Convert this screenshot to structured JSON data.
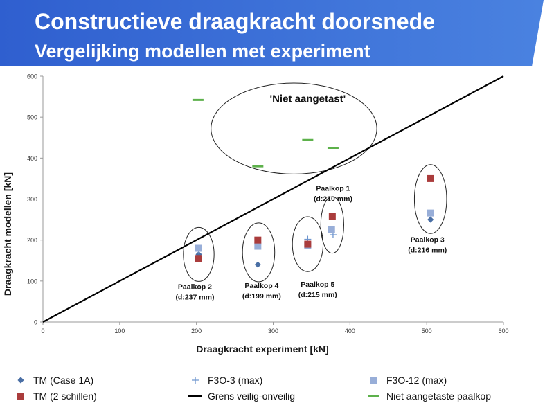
{
  "slide": {
    "title": "Constructieve draagkracht doorsnede",
    "subtitle": "Vergelijking modellen met experiment",
    "banner_color": "#3e6fd6"
  },
  "chart_data": {
    "type": "scatter",
    "title": "",
    "xlabel": "Draagkracht experiment [kN]",
    "ylabel": "Draagkracht modellen [kN]",
    "xlim": [
      0,
      600
    ],
    "ylim": [
      0,
      600
    ],
    "xticks": [
      0,
      100,
      200,
      300,
      400,
      500,
      600
    ],
    "yticks": [
      0,
      100,
      200,
      300,
      400,
      500,
      600
    ],
    "grid": false,
    "legend_position": "bottom",
    "series": [
      {
        "name": "TM (Case 1A)",
        "marker": "diamond",
        "color": "#4a6fa5",
        "points": [
          {
            "x": 203,
            "y": 165
          },
          {
            "x": 280,
            "y": 140
          },
          {
            "x": 505,
            "y": 250
          }
        ]
      },
      {
        "name": "F3O-3 (max)",
        "marker": "plus",
        "color": "#6f96cf",
        "points": [
          {
            "x": 203,
            "y": 175
          },
          {
            "x": 280,
            "y": 190
          },
          {
            "x": 345,
            "y": 202
          },
          {
            "x": 378,
            "y": 213
          }
        ]
      },
      {
        "name": "F3O-12 (max)",
        "marker": "square",
        "color": "#98aed8",
        "points": [
          {
            "x": 203,
            "y": 180
          },
          {
            "x": 280,
            "y": 185
          },
          {
            "x": 345,
            "y": 186
          },
          {
            "x": 376,
            "y": 225
          },
          {
            "x": 505,
            "y": 266
          }
        ]
      },
      {
        "name": "TM (2 schillen)",
        "marker": "square",
        "color": "#aa3c3c",
        "points": [
          {
            "x": 203,
            "y": 155
          },
          {
            "x": 280,
            "y": 200
          },
          {
            "x": 345,
            "y": 190
          },
          {
            "x": 377,
            "y": 258
          },
          {
            "x": 505,
            "y": 350
          }
        ]
      },
      {
        "name": "Grens veilig-onveilig",
        "marker": "line",
        "color": "#000000",
        "points": [
          {
            "x": 0,
            "y": 0
          },
          {
            "x": 600,
            "y": 600
          }
        ]
      },
      {
        "name": "Niet aangetaste paalkop",
        "marker": "dash",
        "color": "#5db14b",
        "points": [
          {
            "x": 202,
            "y": 542
          },
          {
            "x": 280,
            "y": 380
          },
          {
            "x": 345,
            "y": 444
          },
          {
            "x": 378,
            "y": 425
          }
        ]
      }
    ],
    "annotations": [
      {
        "id": "paalkop-1",
        "lines": [
          "Paalkop 1",
          "(d:210 mm)"
        ],
        "x": 378,
        "y": 320
      },
      {
        "id": "paalkop-2",
        "lines": [
          "Paalkop 2",
          "(d:237 mm)"
        ],
        "x": 198,
        "y": 80
      },
      {
        "id": "paalkop-3",
        "lines": [
          "Paalkop 3",
          "(d:216 mm)"
        ],
        "x": 501,
        "y": 195
      },
      {
        "id": "paalkop-4",
        "lines": [
          "Paalkop 4",
          "(d:199 mm)"
        ],
        "x": 285,
        "y": 83
      },
      {
        "id": "paalkop-5",
        "lines": [
          "Paalkop 5",
          "(d:215 mm)"
        ],
        "x": 358,
        "y": 86
      },
      {
        "id": "niet-aangetast",
        "lines": [
          "'Niet aangetast'"
        ],
        "x": 345,
        "y": 537
      }
    ],
    "groups": [
      {
        "id": "group-paalkop-2",
        "cx": 203,
        "cy": 165,
        "rx": 20,
        "ry": 66
      },
      {
        "id": "group-paalkop-4",
        "cx": 281,
        "cy": 170,
        "rx": 21,
        "ry": 72
      },
      {
        "id": "group-paalkop-5",
        "cx": 345,
        "cy": 190,
        "rx": 20,
        "ry": 67
      },
      {
        "id": "group-paalkop-1",
        "cx": 377,
        "cy": 237,
        "rx": 15,
        "ry": 69
      },
      {
        "id": "group-paalkop-3",
        "cx": 505,
        "cy": 300,
        "rx": 21,
        "ry": 84
      },
      {
        "id": "group-niet-aangetast",
        "cx": 327,
        "cy": 472,
        "rx": 108,
        "ry": 111
      }
    ]
  }
}
